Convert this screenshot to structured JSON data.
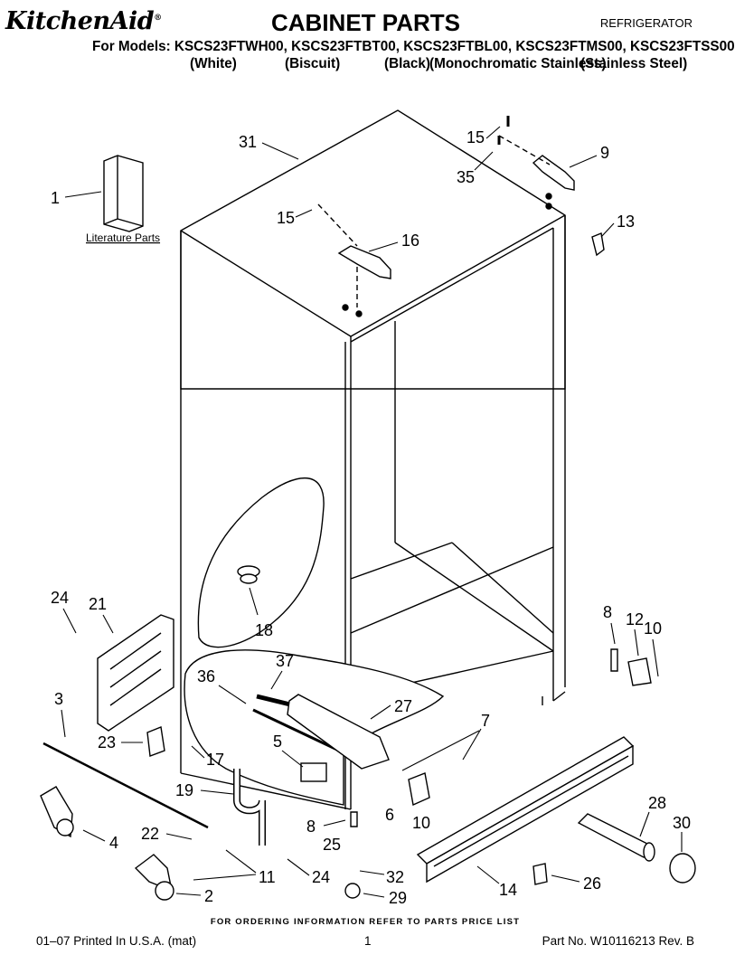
{
  "header": {
    "brand": "KitchenAid",
    "brand_mark": "®",
    "title": "CABINET PARTS",
    "category": "REFRIGERATOR",
    "models_line": "For Models: KSCS23FTWH00, KSCS23FTBT00, KSCS23FTBL00, KSCS23FTMS00, KSCS23FTSS00",
    "colors": [
      "(White)",
      "(Biscuit)",
      "(Black)",
      "(Monochromatic Stainless)",
      "(Stainless Steel)"
    ]
  },
  "diagram": {
    "literature_label": "Literature Parts",
    "callouts": [
      "1",
      "31",
      "15",
      "35",
      "9",
      "15",
      "16",
      "13",
      "18",
      "24",
      "21",
      "37",
      "36",
      "27",
      "8",
      "12",
      "10",
      "3",
      "7",
      "23",
      "17",
      "5",
      "19",
      "28",
      "30",
      "8",
      "6",
      "10",
      "22",
      "4",
      "25",
      "11",
      "24",
      "32",
      "26",
      "14",
      "2",
      "29"
    ]
  },
  "footer": {
    "note": "FOR ORDERING INFORMATION REFER TO PARTS PRICE LIST",
    "printed": "01–07 Printed In U.S.A. (mat)",
    "page": "1",
    "part_no": "Part No. W10116213 Rev. B"
  }
}
